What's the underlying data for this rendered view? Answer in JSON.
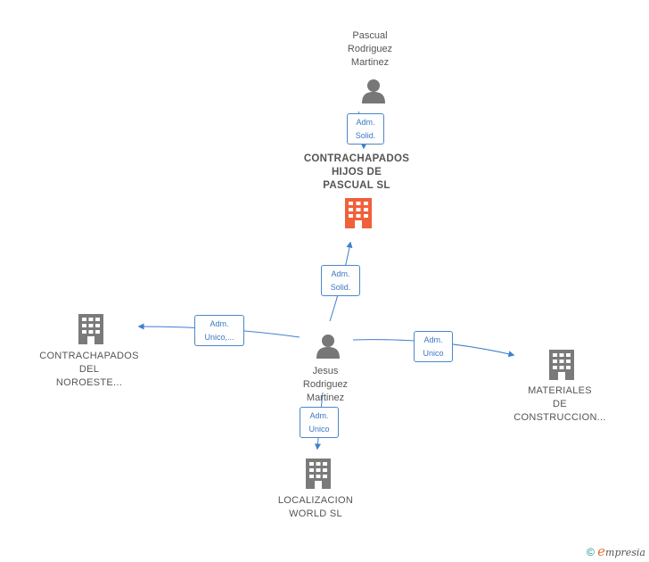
{
  "colors": {
    "edge": "#3f7fce",
    "company_main": "#f0603a",
    "company": "#7a7a7a",
    "person": "#777777"
  },
  "nodes": {
    "pascual": {
      "lines": [
        "Pascual",
        "Rodriguez",
        "Martinez"
      ],
      "icon": "person-icon"
    },
    "hijos": {
      "lines": [
        "CONTRACHAPADOS",
        "HIJOS DE",
        "PASCUAL  SL"
      ],
      "icon": "building-icon"
    },
    "noroeste": {
      "lines": [
        "CONTRACHAPADOS",
        "DEL",
        "NOROESTE..."
      ],
      "icon": "building-icon"
    },
    "jesus": {
      "lines": [
        "Jesus",
        "Rodriguez",
        "Martinez"
      ],
      "icon": "person-icon"
    },
    "materiales": {
      "lines": [
        "MATERIALES",
        "DE",
        "CONSTRUCCION..."
      ],
      "icon": "building-icon"
    },
    "localizacion": {
      "lines": [
        "LOCALIZACION",
        "WORLD  SL"
      ],
      "icon": "building-icon"
    }
  },
  "edges": {
    "pascual_hijos": {
      "lines": [
        "Adm.",
        "Solid."
      ]
    },
    "jesus_hijos": {
      "lines": [
        "Adm.",
        "Solid."
      ]
    },
    "jesus_noroeste": {
      "lines": [
        "Adm.",
        "Unico,..."
      ]
    },
    "jesus_materiales": {
      "lines": [
        "Adm.",
        "Unico"
      ]
    },
    "jesus_localizacion": {
      "lines": [
        "Adm.",
        "Unico"
      ]
    }
  },
  "footer": {
    "copyright": "©",
    "brand_e": "e",
    "brand_rest": "mpresia"
  }
}
